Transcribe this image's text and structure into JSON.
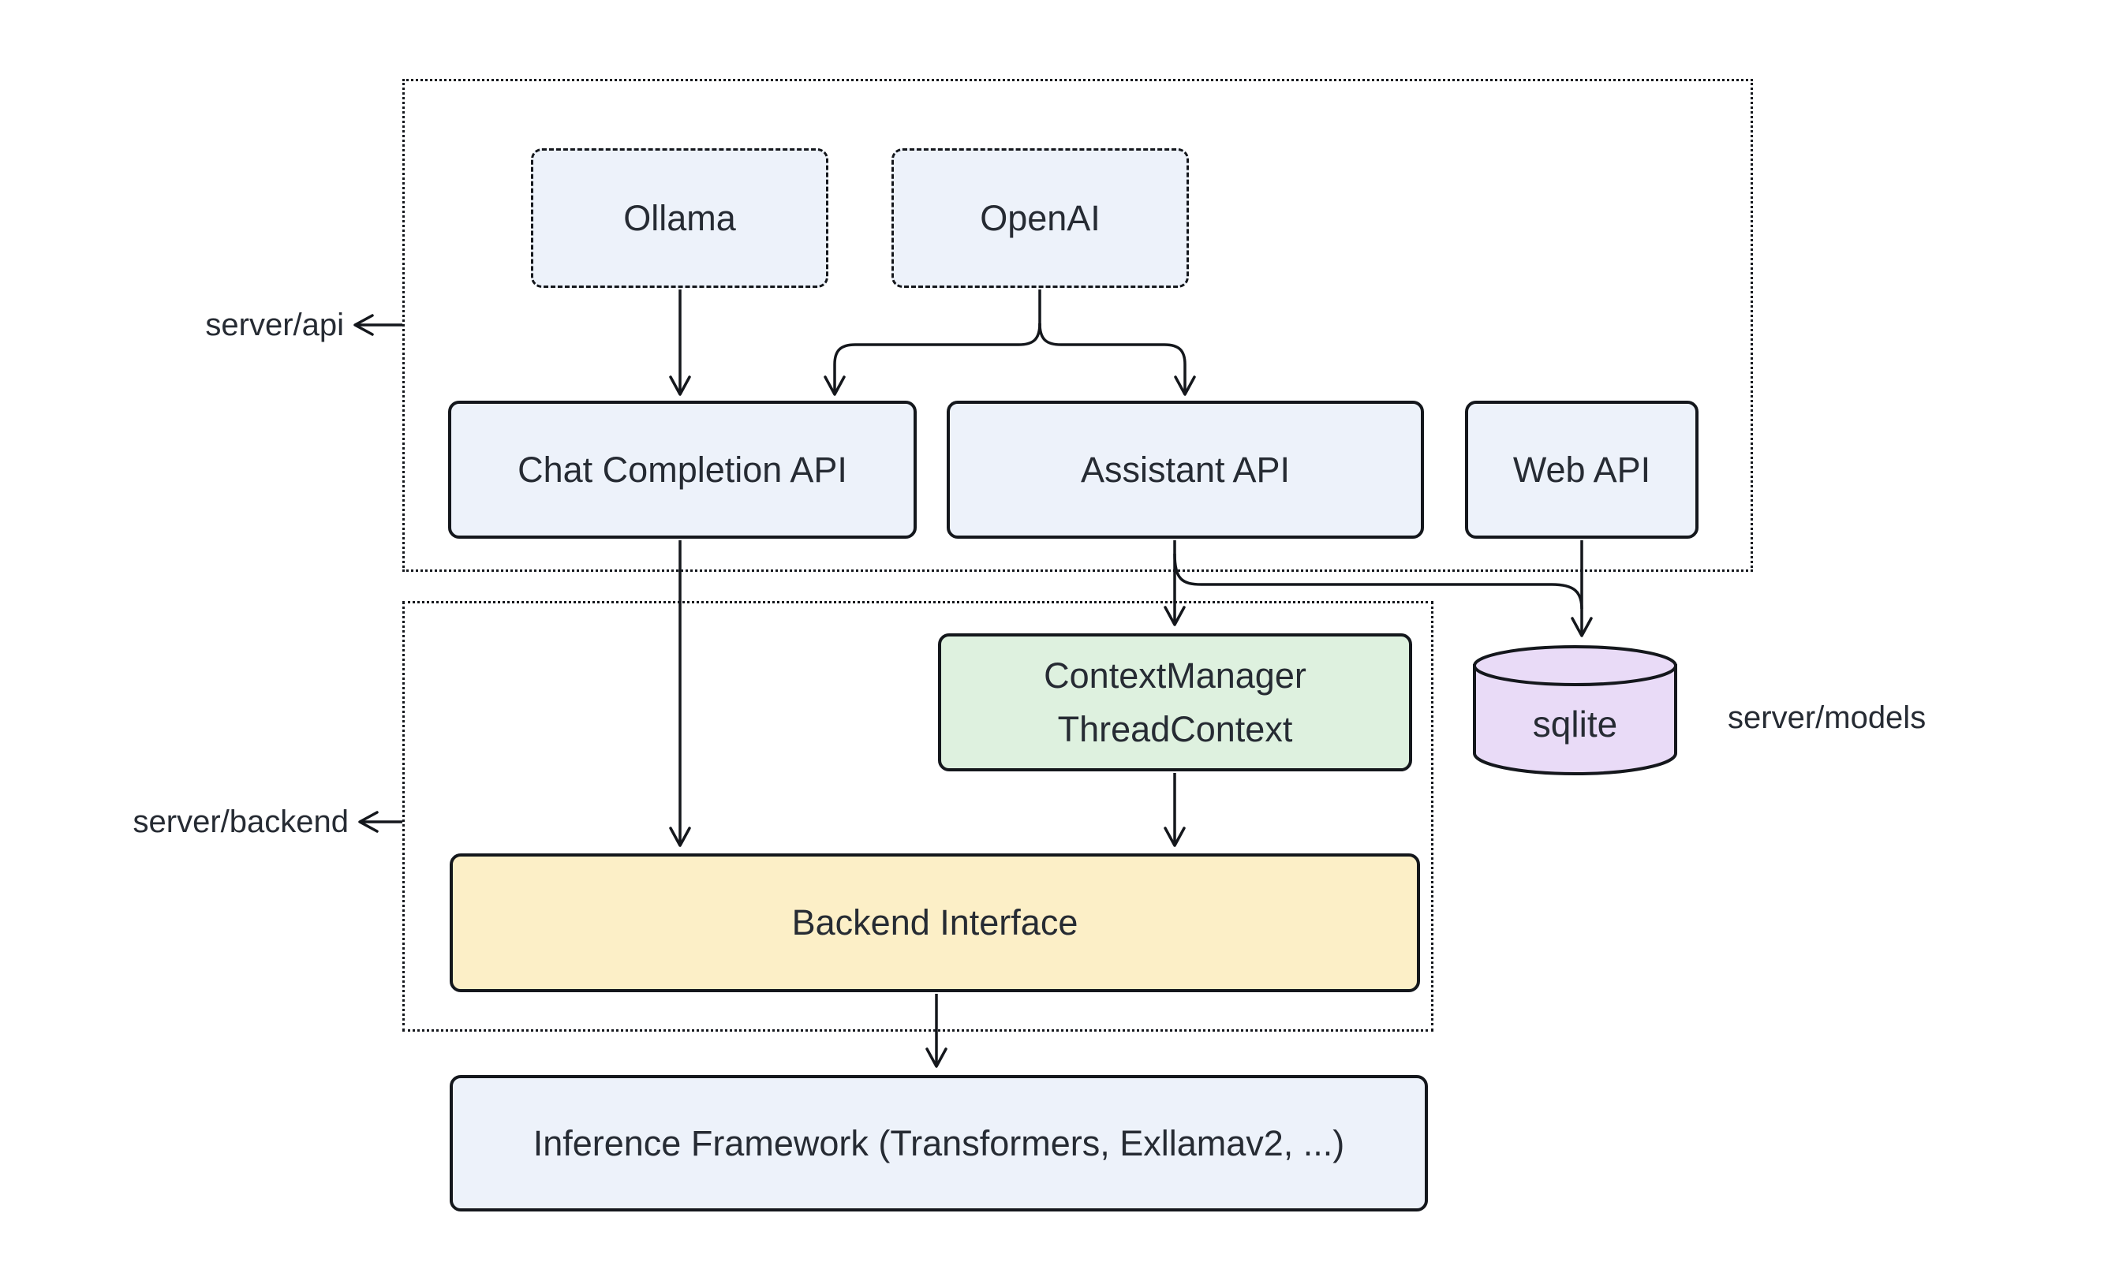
{
  "groups": {
    "api": {
      "label": "server/api"
    },
    "backend": {
      "label": "server/backend"
    },
    "models": {
      "label": "server/models"
    }
  },
  "nodes": {
    "ollama": {
      "label": "Ollama"
    },
    "openai": {
      "label": "OpenAI"
    },
    "chat_api": {
      "label": "Chat Completion API"
    },
    "assistant_api": {
      "label": "Assistant API"
    },
    "web_api": {
      "label": "Web API"
    },
    "context_manager": {
      "line1": "ContextManager",
      "line2": "ThreadContext"
    },
    "sqlite": {
      "label": "sqlite"
    },
    "backend_interface": {
      "label": "Backend Interface"
    },
    "inference": {
      "label": "Inference Framework (Transformers, Exllamav2, ...)"
    }
  },
  "edges": [
    {
      "from": "Ollama",
      "to": "Chat Completion API"
    },
    {
      "from": "OpenAI",
      "to": "Chat Completion API"
    },
    {
      "from": "OpenAI",
      "to": "Assistant API"
    },
    {
      "from": "Chat Completion API",
      "to": "Backend Interface"
    },
    {
      "from": "Assistant API",
      "to": "ContextManager ThreadContext"
    },
    {
      "from": "Assistant API",
      "to": "sqlite"
    },
    {
      "from": "Web API",
      "to": "sqlite"
    },
    {
      "from": "ContextManager ThreadContext",
      "to": "Backend Interface"
    },
    {
      "from": "Backend Interface",
      "to": "Inference Framework (Transformers, Exllamav2, ...)"
    }
  ],
  "colors": {
    "background": "#ffffff",
    "node_blue": "#edf2fa",
    "node_green": "#def1df",
    "node_yellow": "#fcefc7",
    "node_purple": "#e9dbf7",
    "stroke": "#14171c",
    "text": "#262b33"
  }
}
